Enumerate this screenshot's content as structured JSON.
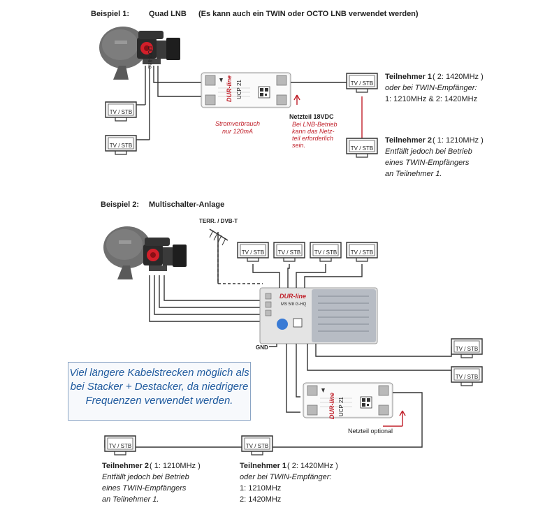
{
  "example1": {
    "heading_label": "Beispiel 1:",
    "heading_title": "Quad LNB",
    "heading_note": "(Es kann auch ein TWIN oder OCTO LNB verwendet werden)",
    "lnb_brand": "DUR-line",
    "device_brand": "DUR-line",
    "device_model": "UCP 21",
    "power_consumption": [
      "Stromverbrauch",
      "nur 120mA"
    ],
    "psu_title": "Netzteil 18VDC",
    "psu_note": [
      "Bei LNB-Betrieb",
      "kann das Netz-",
      "teil erforderlich",
      "sein."
    ],
    "receiver_label": "TV / STB",
    "participant1": {
      "title": "Teilnehmer 1",
      "freq": "( 2: 1420MHz )",
      "line2": "oder bei TWIN-Empfänger:",
      "line3": "1: 1210MHz & 2: 1420MHz"
    },
    "participant2": {
      "title": "Teilnehmer 2",
      "freq": "( 1: 1210MHz )",
      "line2": "Entfällt jedoch bei Betrieb",
      "line3": "eines TWIN-Empfängers",
      "line4": "an Teilnehmer 1."
    }
  },
  "example2": {
    "heading_label": "Beispiel 2:",
    "heading_title": "Multischalter-Anlage",
    "antenna_label": "TERR. / DVB-T",
    "gnd_label": "GND",
    "multiswitch_brand": "DUR-line",
    "multiswitch_model": "MS 5/8 G-HQ",
    "receiver_label": "TV / STB",
    "device_brand": "DUR-line",
    "device_model": "UCP 21",
    "psu_optional": "Netzteil optional",
    "callout": [
      "Viel längere Kabelstrecken möglich als",
      "bei Stacker + Destacker, da niedrigere",
      "Frequenzen verwendet werden."
    ],
    "participant2": {
      "title": "Teilnehmer 2",
      "freq": "( 1: 1210MHz )",
      "line2": "Entfällt jedoch bei Betrieb",
      "line3": "eines TWIN-Empfängers",
      "line4": "an Teilnehmer 1."
    },
    "participant1": {
      "title": "Teilnehmer 1",
      "freq": "( 2: 1420MHz )",
      "line2": "oder bei TWIN-Empfänger:",
      "line3": "1: 1210MHz",
      "line4": "2: 1420MHz"
    }
  }
}
